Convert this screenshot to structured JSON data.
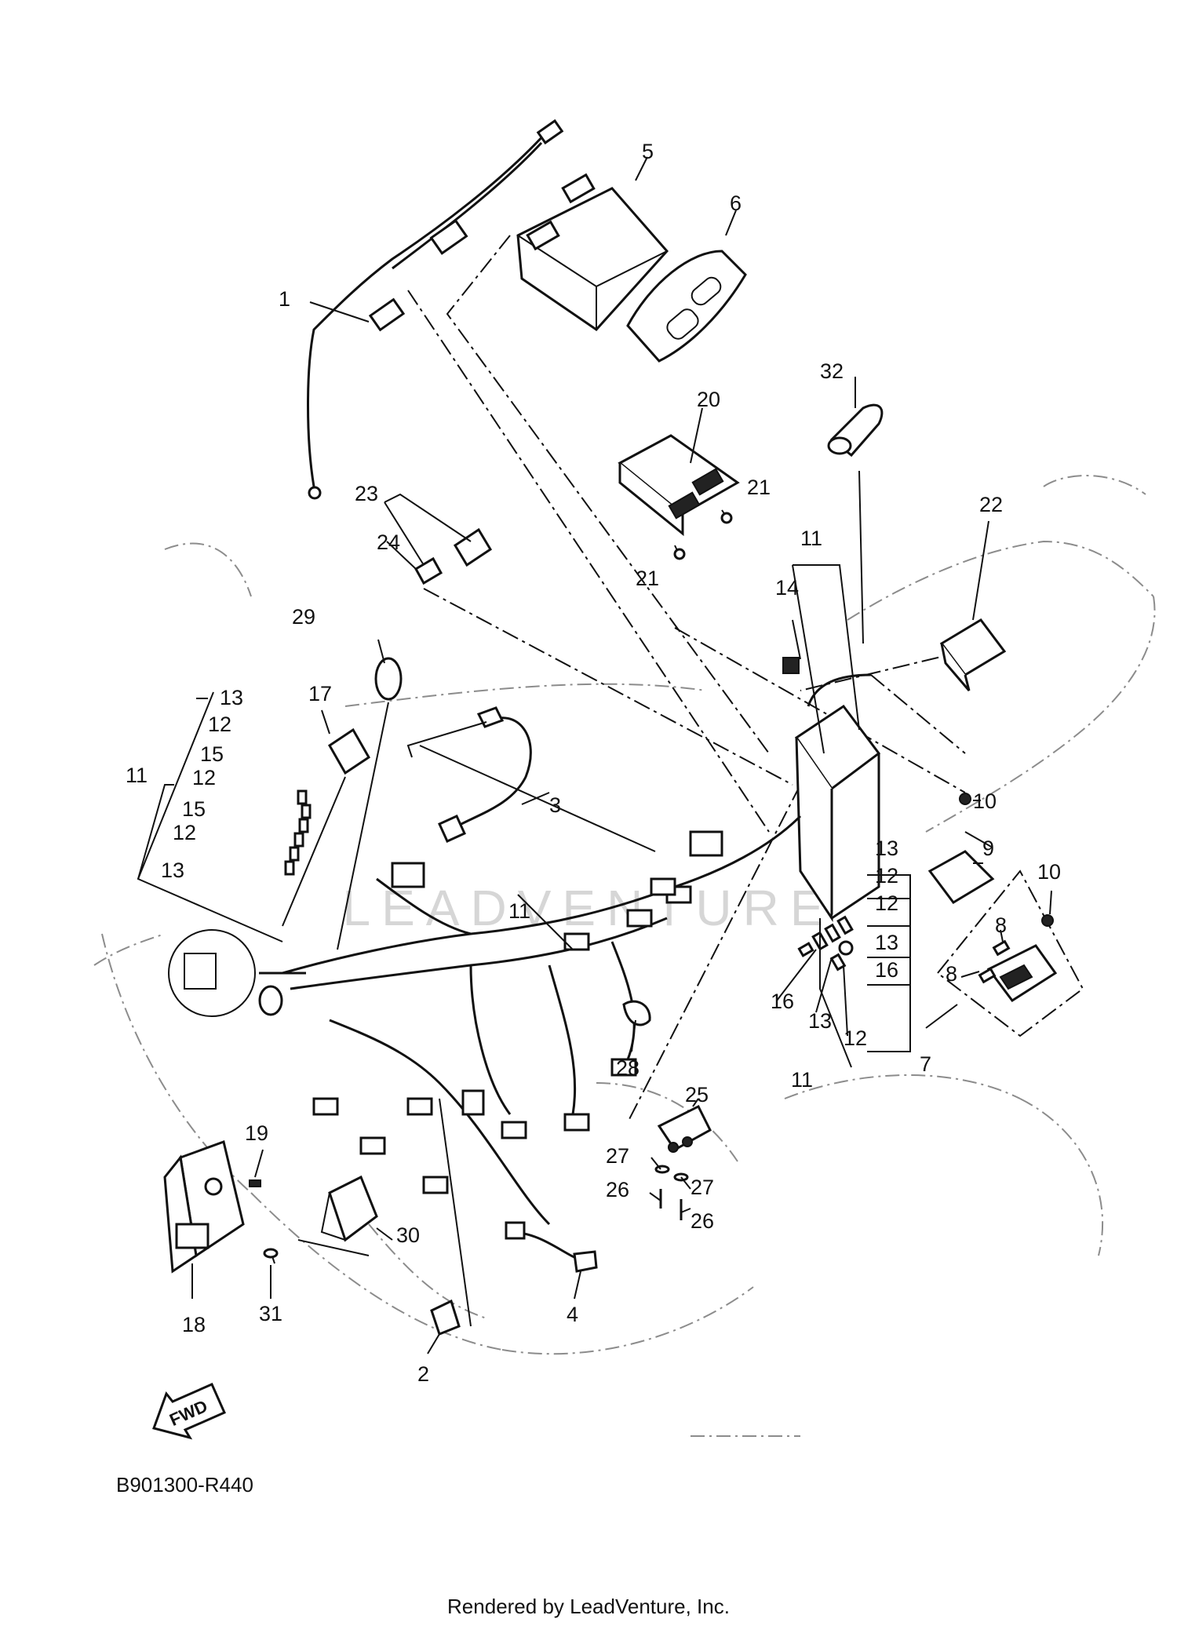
{
  "diagram": {
    "reference_code": "B901300-R440",
    "footer": "Rendered by LeadVenture, Inc.",
    "watermark": "LEADVENTURE",
    "fwd_label": "FWD",
    "callouts": [
      {
        "id": "c1",
        "text": "1"
      },
      {
        "id": "c2",
        "text": "2"
      },
      {
        "id": "c3",
        "text": "3"
      },
      {
        "id": "c4",
        "text": "4"
      },
      {
        "id": "c5",
        "text": "5"
      },
      {
        "id": "c6",
        "text": "6"
      },
      {
        "id": "c7",
        "text": "7"
      },
      {
        "id": "c8a",
        "text": "8"
      },
      {
        "id": "c8b",
        "text": "8"
      },
      {
        "id": "c9",
        "text": "9"
      },
      {
        "id": "c10a",
        "text": "10"
      },
      {
        "id": "c10b",
        "text": "10"
      },
      {
        "id": "c11a",
        "text": "11"
      },
      {
        "id": "c11b",
        "text": "11"
      },
      {
        "id": "c11c",
        "text": "11"
      },
      {
        "id": "c11d",
        "text": "11"
      },
      {
        "id": "c12a",
        "text": "12"
      },
      {
        "id": "c12b",
        "text": "12"
      },
      {
        "id": "c12c",
        "text": "12"
      },
      {
        "id": "c12d",
        "text": "12"
      },
      {
        "id": "c12e",
        "text": "12"
      },
      {
        "id": "c12f",
        "text": "12"
      },
      {
        "id": "c13a",
        "text": "13"
      },
      {
        "id": "c13b",
        "text": "13"
      },
      {
        "id": "c13c",
        "text": "13"
      },
      {
        "id": "c13d",
        "text": "13"
      },
      {
        "id": "c13e",
        "text": "13"
      },
      {
        "id": "c14",
        "text": "14"
      },
      {
        "id": "c15a",
        "text": "15"
      },
      {
        "id": "c15b",
        "text": "15"
      },
      {
        "id": "c16a",
        "text": "16"
      },
      {
        "id": "c16b",
        "text": "16"
      },
      {
        "id": "c17",
        "text": "17"
      },
      {
        "id": "c18",
        "text": "18"
      },
      {
        "id": "c19",
        "text": "19"
      },
      {
        "id": "c20",
        "text": "20"
      },
      {
        "id": "c21a",
        "text": "21"
      },
      {
        "id": "c21b",
        "text": "21"
      },
      {
        "id": "c22",
        "text": "22"
      },
      {
        "id": "c23",
        "text": "23"
      },
      {
        "id": "c24",
        "text": "24"
      },
      {
        "id": "c25",
        "text": "25"
      },
      {
        "id": "c26a",
        "text": "26"
      },
      {
        "id": "c26b",
        "text": "26"
      },
      {
        "id": "c27a",
        "text": "27"
      },
      {
        "id": "c27b",
        "text": "27"
      },
      {
        "id": "c28",
        "text": "28"
      },
      {
        "id": "c29",
        "text": "29"
      },
      {
        "id": "c30",
        "text": "30"
      },
      {
        "id": "c31",
        "text": "31"
      },
      {
        "id": "c32",
        "text": "32"
      }
    ]
  }
}
